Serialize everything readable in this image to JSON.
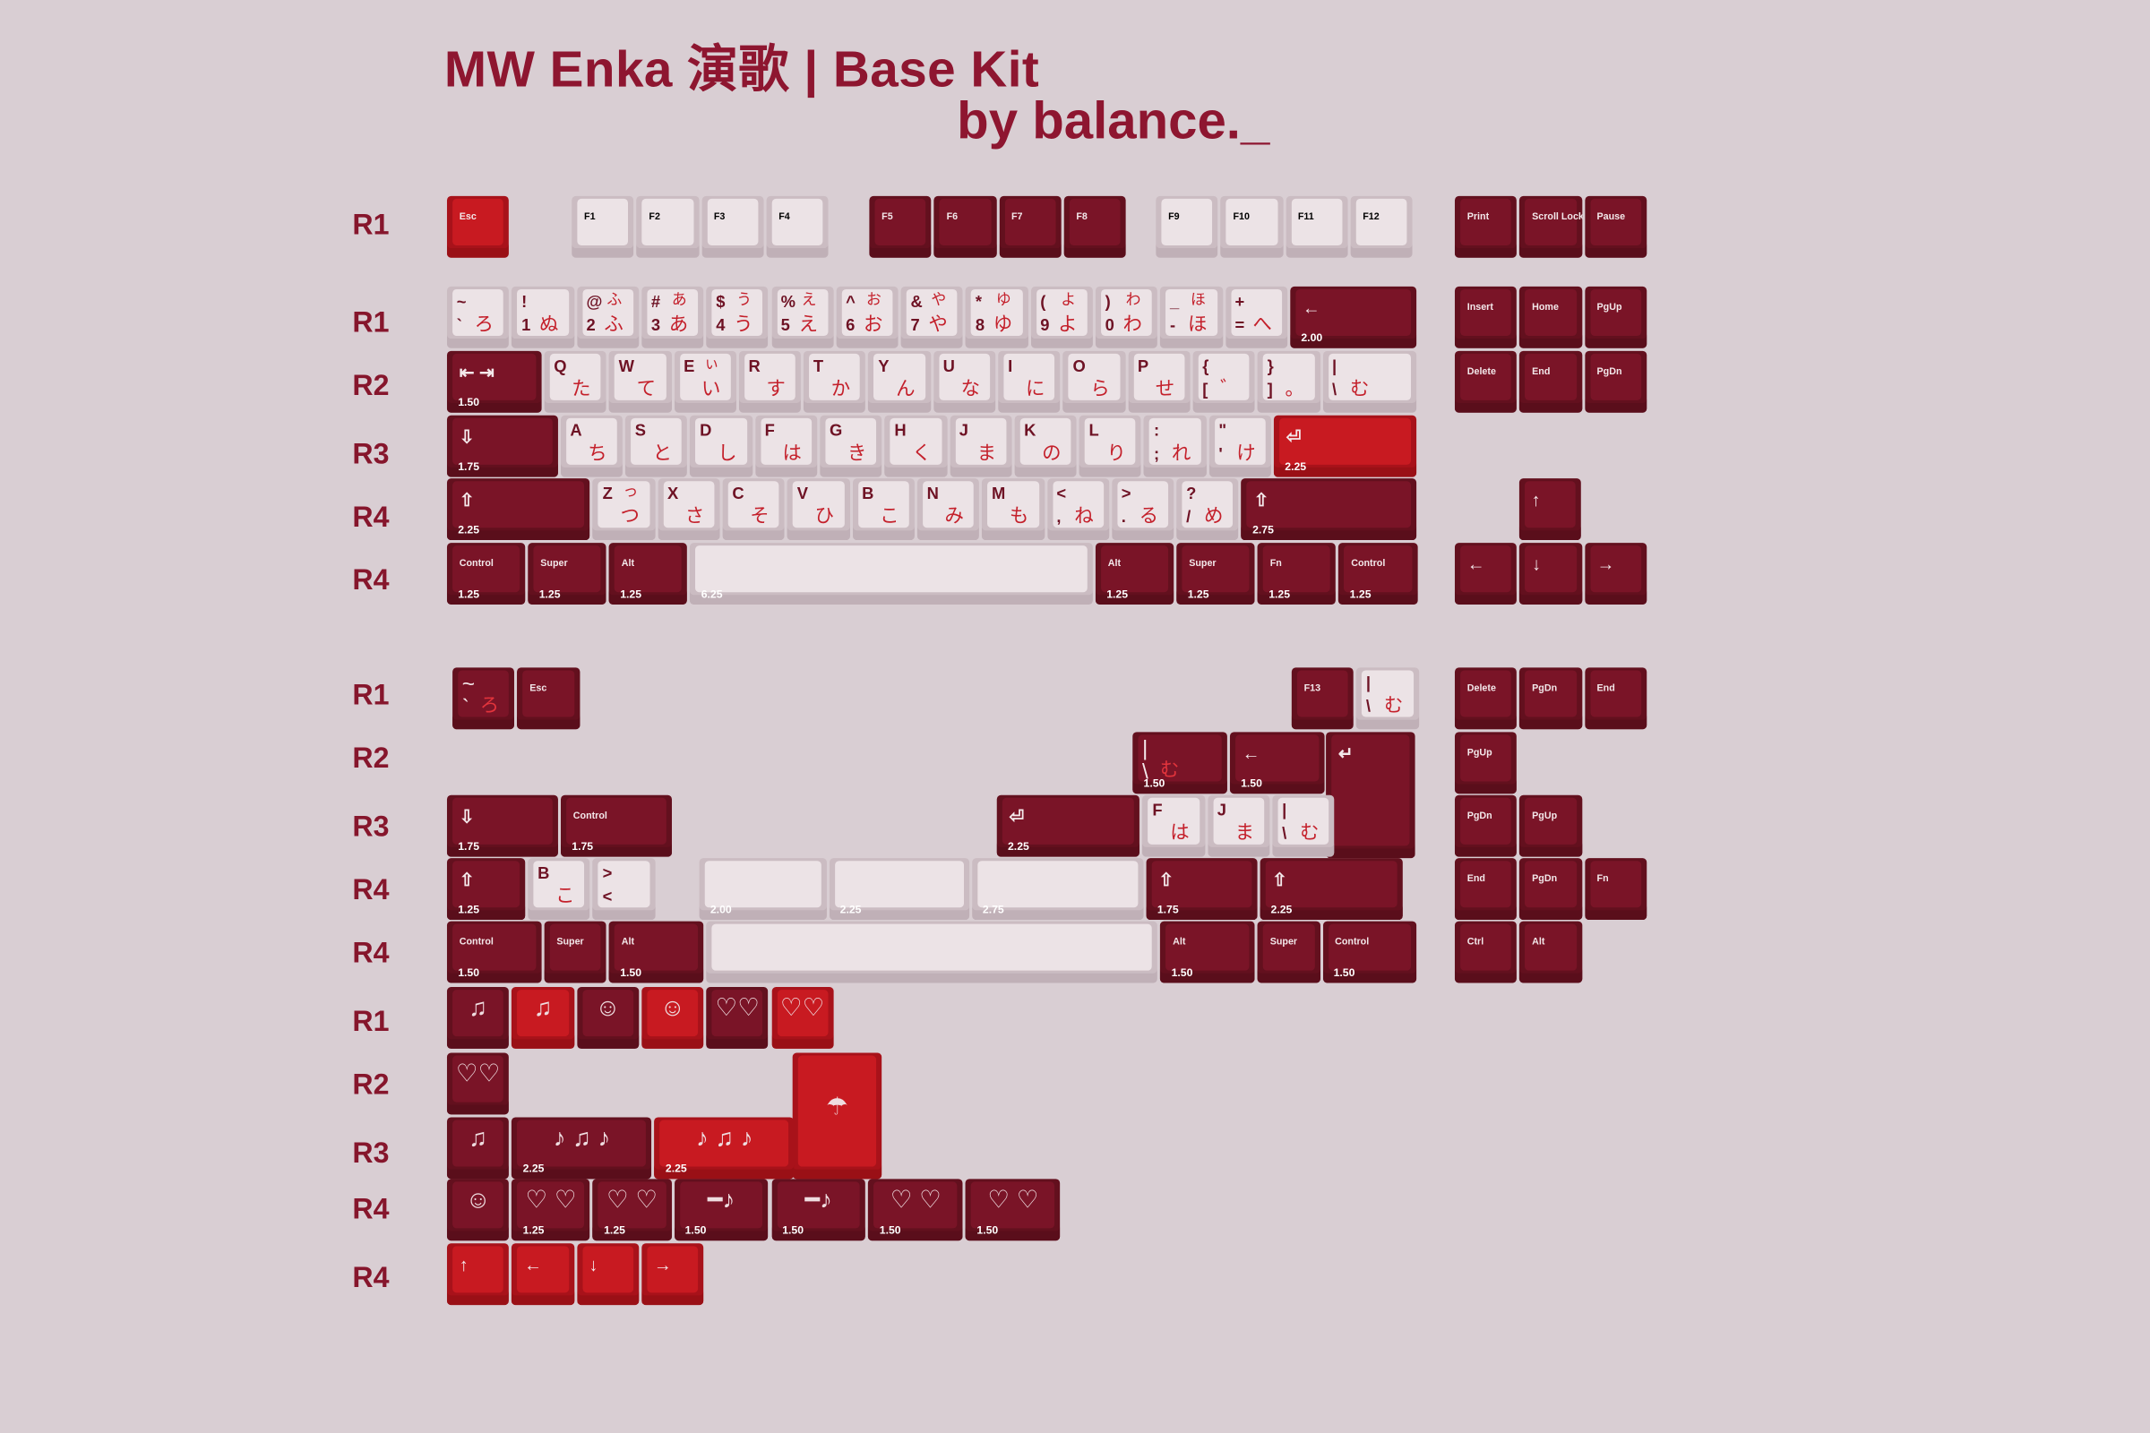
{
  "title": "MW Enka 演歌 | Base Kit",
  "subtitle": "by balance._",
  "colors": {
    "background": "#d9ced3",
    "dark": "#7a1427",
    "red": "#c81a21",
    "light": "#ece3e6",
    "title": "#8e1630"
  },
  "row_labels": {
    "main": [
      "R1",
      "R1",
      "R2",
      "R3",
      "R4",
      "R4"
    ],
    "extras": [
      "R1",
      "R2",
      "R3",
      "R4",
      "R4"
    ],
    "novelties": [
      "R1",
      "R2",
      "R3",
      "R4",
      "R4"
    ]
  },
  "keyboard": {
    "main": {
      "keys": [
        {
          "a": "Esc",
          "c": "r"
        },
        {
          "a": "F1",
          "c": "w"
        },
        {
          "a": "F2",
          "c": "w"
        },
        {
          "a": "F3",
          "c": "w"
        },
        {
          "a": "F4",
          "c": "w"
        },
        {
          "a": "F5",
          "c": "d"
        },
        {
          "a": "F6",
          "c": "d"
        },
        {
          "a": "F7",
          "c": "d"
        },
        {
          "a": "F8",
          "c": "d"
        },
        {
          "a": "F9",
          "c": "w"
        },
        {
          "a": "F10",
          "c": "w"
        },
        {
          "a": "F11",
          "c": "w"
        },
        {
          "a": "F12",
          "c": "w"
        },
        {
          "a": "Print",
          "c": "d"
        },
        {
          "a": "Scroll Lock",
          "c": "d"
        },
        {
          "a": "Pause",
          "c": "d"
        },
        {
          "a": "~",
          "b": "`",
          "k": "ろ",
          "c": "w",
          "t": "1"
        },
        {
          "a": "!",
          "b": "1",
          "k": "ぬ",
          "c": "w",
          "t": "1"
        },
        {
          "a": "@",
          "ka": "ふ",
          "b": "2",
          "k": "ふ",
          "c": "w",
          "t": "1"
        },
        {
          "a": "#",
          "ka": "あ",
          "b": "3",
          "k": "あ",
          "c": "w",
          "t": "1"
        },
        {
          "a": "$",
          "ka": "う",
          "b": "4",
          "k": "う",
          "c": "w",
          "t": "1"
        },
        {
          "a": "%",
          "ka": "え",
          "b": "5",
          "k": "え",
          "c": "w",
          "t": "1"
        },
        {
          "a": "^",
          "ka": "お",
          "b": "6",
          "k": "お",
          "c": "w",
          "t": "1"
        },
        {
          "a": "&",
          "ka": "や",
          "b": "7",
          "k": "や",
          "c": "w",
          "t": "1"
        },
        {
          "a": "*",
          "ka": "ゆ",
          "b": "8",
          "k": "ゆ",
          "c": "w",
          "t": "1"
        },
        {
          "a": "(",
          "ka": "よ",
          "b": "9",
          "k": "よ",
          "c": "w",
          "t": "1"
        },
        {
          "a": ")",
          "ka": "わ",
          "b": "0",
          "k": "わ",
          "c": "w",
          "t": "1"
        },
        {
          "a": "_",
          "ka": "ほ",
          "b": "-",
          "k": "ほ",
          "c": "w",
          "t": "1"
        },
        {
          "a": "+",
          "b": "=",
          "k": "へ",
          "c": "w",
          "t": "1"
        },
        {
          "g": "←",
          "s": "2.00",
          "c": "d"
        },
        {
          "a": "Insert",
          "c": "d"
        },
        {
          "a": "Home",
          "c": "d"
        },
        {
          "a": "PgUp",
          "c": "d"
        },
        {
          "g": "⇤ ⇥",
          "s": "1.50",
          "c": "d"
        },
        {
          "a": "Q",
          "k": "た",
          "c": "w",
          "t": "1"
        },
        {
          "a": "W",
          "k": "て",
          "c": "w",
          "t": "1"
        },
        {
          "a": "E",
          "ka": "ぃ",
          "k": "い",
          "c": "w",
          "t": "1"
        },
        {
          "a": "R",
          "k": "す",
          "c": "w",
          "t": "1"
        },
        {
          "a": "T",
          "k": "か",
          "c": "w",
          "t": "1"
        },
        {
          "a": "Y",
          "k": "ん",
          "c": "w",
          "t": "1"
        },
        {
          "a": "U",
          "k": "な",
          "c": "w",
          "t": "1"
        },
        {
          "a": "I",
          "k": "に",
          "c": "w",
          "t": "1"
        },
        {
          "a": "O",
          "k": "ら",
          "c": "w",
          "t": "1"
        },
        {
          "a": "P",
          "k": "せ",
          "c": "w",
          "t": "1"
        },
        {
          "a": "{",
          "b": "[",
          "k": "゛",
          "c": "w",
          "t": "1"
        },
        {
          "a": "}",
          "b": "]",
          "k": "。",
          "c": "w",
          "t": "1"
        },
        {
          "a": "|",
          "b": "\\",
          "k": "む",
          "c": "w",
          "t": "1"
        },
        {
          "a": "Delete",
          "c": "d"
        },
        {
          "a": "End",
          "c": "d"
        },
        {
          "a": "PgDn",
          "c": "d"
        },
        {
          "g": "⇩",
          "s": "1.75",
          "c": "d"
        },
        {
          "a": "A",
          "k": "ち",
          "c": "w",
          "t": "1"
        },
        {
          "a": "S",
          "k": "と",
          "c": "w",
          "t": "1"
        },
        {
          "a": "D",
          "k": "し",
          "c": "w",
          "t": "1"
        },
        {
          "a": "F",
          "k": "は",
          "c": "w",
          "t": "1"
        },
        {
          "a": "G",
          "k": "き",
          "c": "w",
          "t": "1"
        },
        {
          "a": "H",
          "k": "く",
          "c": "w",
          "t": "1"
        },
        {
          "a": "J",
          "k": "ま",
          "c": "w",
          "t": "1"
        },
        {
          "a": "K",
          "k": "の",
          "c": "w",
          "t": "1"
        },
        {
          "a": "L",
          "k": "り",
          "c": "w",
          "t": "1"
        },
        {
          "a": ":",
          "b": ";",
          "k": "れ",
          "c": "w",
          "t": "1"
        },
        {
          "a": "\"",
          "b": "'",
          "k": "け",
          "c": "w",
          "t": "1"
        },
        {
          "g": "⏎",
          "s": "2.25",
          "c": "r"
        },
        {
          "g": "⇧",
          "s": "2.25",
          "c": "d"
        },
        {
          "a": "Z",
          "ka": "っ",
          "k": "つ",
          "c": "w",
          "t": "1"
        },
        {
          "a": "X",
          "k": "さ",
          "c": "w",
          "t": "1"
        },
        {
          "a": "C",
          "k": "そ",
          "c": "w",
          "t": "1"
        },
        {
          "a": "V",
          "k": "ひ",
          "c": "w",
          "t": "1"
        },
        {
          "a": "B",
          "k": "こ",
          "c": "w",
          "t": "1"
        },
        {
          "a": "N",
          "k": "み",
          "c": "w",
          "t": "1"
        },
        {
          "a": "M",
          "k": "も",
          "c": "w",
          "t": "1"
        },
        {
          "a": "<",
          "b": ",",
          "k": "ね",
          "c": "w",
          "t": "1"
        },
        {
          "a": ">",
          "b": ".",
          "k": "る",
          "c": "w",
          "t": "1"
        },
        {
          "a": "?",
          "b": "/",
          "k": "め",
          "c": "w",
          "t": "1"
        },
        {
          "g": "⇧",
          "s": "2.75",
          "c": "d"
        },
        {
          "g": "↑",
          "c": "d"
        },
        {
          "a": "Control",
          "s": "1.25",
          "c": "d"
        },
        {
          "a": "Super",
          "s": "1.25",
          "c": "d"
        },
        {
          "a": "Alt",
          "s": "1.25",
          "c": "d"
        },
        {
          "s": "6.25",
          "c": "w"
        },
        {
          "a": "Alt",
          "s": "1.25",
          "c": "d"
        },
        {
          "a": "Super",
          "s": "1.25",
          "c": "d"
        },
        {
          "a": "Fn",
          "s": "1.25",
          "c": "d"
        },
        {
          "a": "Control",
          "s": "1.25",
          "c": "d"
        },
        {
          "g": "←",
          "c": "d"
        },
        {
          "g": "↓",
          "c": "d"
        },
        {
          "g": "→",
          "c": "d"
        }
      ]
    },
    "extras": {
      "keys": [
        {
          "a": "~",
          "b": "`",
          "k": "ろ",
          "c": "d",
          "t": "1"
        },
        {
          "a": "Esc",
          "c": "d"
        },
        {
          "a": "F13",
          "c": "d"
        },
        {
          "a": "|",
          "b": "\\",
          "k": "む",
          "c": "w",
          "t": "1"
        },
        {
          "a": "Delete",
          "c": "d"
        },
        {
          "a": "PgDn",
          "c": "d"
        },
        {
          "a": "End",
          "c": "d"
        },
        {
          "a": "|",
          "b": "\\",
          "k": "む",
          "s": "1.50",
          "c": "d",
          "t": "1"
        },
        {
          "g": "←",
          "s": "1.50",
          "c": "d"
        },
        {
          "g": "↵",
          "c": "d"
        },
        {
          "a": "PgUp",
          "c": "d"
        },
        {
          "g": "⇩",
          "s": "1.75",
          "c": "d"
        },
        {
          "a": "Control",
          "s": "1.75",
          "c": "d"
        },
        {
          "g": "⏎",
          "s": "2.25",
          "c": "d"
        },
        {
          "a": "F",
          "k": "は",
          "c": "w",
          "t": "1"
        },
        {
          "a": "J",
          "k": "ま",
          "c": "w",
          "t": "1"
        },
        {
          "a": "|",
          "b": "\\",
          "k": "む",
          "c": "w",
          "t": "1"
        },
        {
          "a": "PgDn",
          "c": "d"
        },
        {
          "a": "PgUp",
          "c": "d"
        },
        {
          "g": "⇧",
          "s": "1.25",
          "c": "d"
        },
        {
          "a": "B",
          "k": "こ",
          "c": "w",
          "t": "1"
        },
        {
          "a": ">",
          "b": "<",
          "c": "w",
          "t": "1"
        },
        {
          "s": "2.00",
          "c": "w"
        },
        {
          "s": "2.25",
          "c": "w"
        },
        {
          "s": "2.75",
          "c": "w"
        },
        {
          "g": "⇧",
          "s": "1.75",
          "c": "d"
        },
        {
          "g": "⇧",
          "s": "2.25",
          "c": "d"
        },
        {
          "a": "End",
          "c": "d"
        },
        {
          "a": "PgDn",
          "c": "d"
        },
        {
          "a": "Fn",
          "c": "d"
        },
        {
          "a": "Control",
          "s": "1.50",
          "c": "d"
        },
        {
          "a": "Super",
          "c": "d"
        },
        {
          "a": "Alt",
          "s": "1.50",
          "c": "d"
        },
        {
          "c": "w"
        },
        {
          "a": "Alt",
          "s": "1.50",
          "c": "d"
        },
        {
          "a": "Super",
          "c": "d"
        },
        {
          "a": "Control",
          "s": "1.50",
          "c": "d"
        },
        {
          "a": "Ctrl",
          "c": "d"
        },
        {
          "a": "Alt",
          "c": "d"
        }
      ]
    },
    "novelties": {
      "keys": [
        {
          "icon": "treble-clef",
          "c": "d"
        },
        {
          "icon": "treble-clef",
          "c": "r"
        },
        {
          "icon": "face",
          "c": "d"
        },
        {
          "icon": "face",
          "c": "r"
        },
        {
          "icon": "hearts",
          "c": "d"
        },
        {
          "icon": "hearts",
          "c": "r"
        },
        {
          "icon": "hearts",
          "c": "d"
        },
        {
          "icon": "umbrella",
          "c": "r"
        },
        {
          "icon": "treble-clef",
          "c": "d"
        },
        {
          "icon": "cupid",
          "s": "2.25",
          "c": "d"
        },
        {
          "icon": "cupid",
          "s": "2.25",
          "c": "r"
        },
        {
          "icon": "face",
          "c": "d"
        },
        {
          "icon": "fans",
          "s": "1.25",
          "c": "d"
        },
        {
          "icon": "fans",
          "s": "1.25",
          "c": "d"
        },
        {
          "icon": "flute",
          "s": "1.50",
          "c": "d"
        },
        {
          "icon": "flute",
          "s": "1.50",
          "c": "d"
        },
        {
          "icon": "fans",
          "s": "1.50",
          "c": "d"
        },
        {
          "icon": "fans",
          "s": "1.50",
          "c": "d"
        },
        {
          "g": "↑",
          "c": "r"
        },
        {
          "g": "←",
          "c": "r"
        },
        {
          "g": "↓",
          "c": "r"
        },
        {
          "g": "→",
          "c": "r"
        }
      ]
    }
  }
}
